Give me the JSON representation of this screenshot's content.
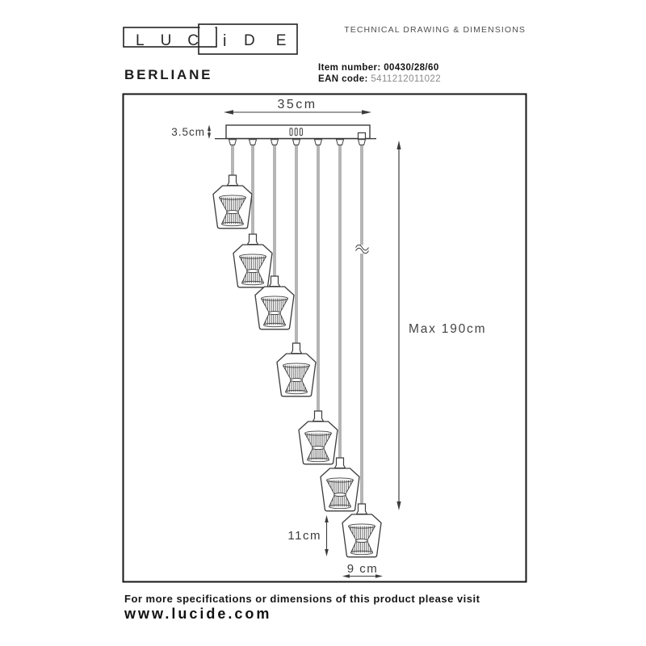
{
  "brand": {
    "logo_part1": "LUC",
    "logo_part2": "i",
    "logo_part3": "DE"
  },
  "header": {
    "doc_type": "TECHNICAL DRAWING & DIMENSIONS",
    "product_name": "BERLIANE",
    "item_number_label": "Item number:",
    "item_number": "00430/28/60",
    "ean_label": "EAN code:",
    "ean": "5411212011022"
  },
  "dimensions": {
    "canopy_width": "35cm",
    "canopy_height": "3.5cm",
    "max_drop": "Max 190cm",
    "shade_height": "11cm",
    "shade_width": "9 cm"
  },
  "drawing": {
    "pendant_count": 7,
    "line_color": "#3d3d3d",
    "dim_color": "#3c3c3c",
    "cord_color": "#5c5c5c"
  },
  "footer": {
    "note": "For more specifications or dimensions of this product please visit",
    "website": "www.lucide.com"
  }
}
